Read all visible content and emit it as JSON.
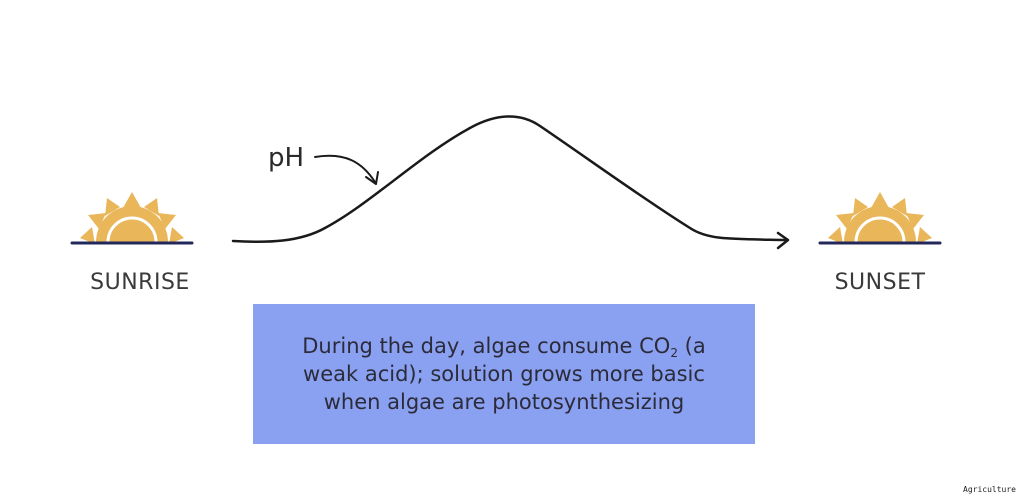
{
  "diagram": {
    "curve_label": "pH",
    "left_label": "SUNRISE",
    "right_label": "SUNSET"
  },
  "info_box": {
    "line1_before": "During the day, algae consume CO",
    "line1_subscript": "2",
    "line1_after": " (a",
    "line2": "weak acid); solution grows more basic",
    "line3": "when algae are photosynthesizing"
  },
  "footer": {
    "tag": "Agriculture"
  },
  "colors": {
    "sun_fill": "#e9b65a",
    "horizon": "#23285a",
    "box_bg": "#8aa0f0",
    "curve": "#1a1a1a"
  },
  "icons": {
    "sunrise": "sun-on-horizon-icon",
    "sunset": "sun-on-horizon-icon"
  }
}
